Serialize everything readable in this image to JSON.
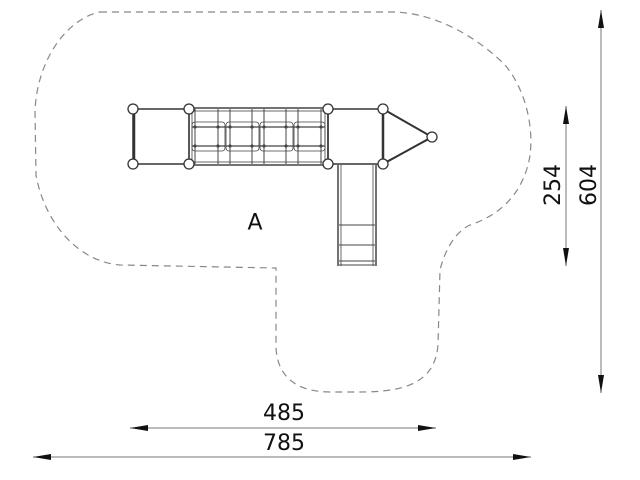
{
  "diagram": {
    "zone_label": "A",
    "dimensions": {
      "width_inner": "485",
      "width_outer": "785",
      "height_inner": "254",
      "height_outer": "604"
    },
    "colors": {
      "line": "#333333",
      "dash": "#888888",
      "dim_line": "#777777",
      "arrow": "#111111",
      "background": "#ffffff"
    }
  }
}
